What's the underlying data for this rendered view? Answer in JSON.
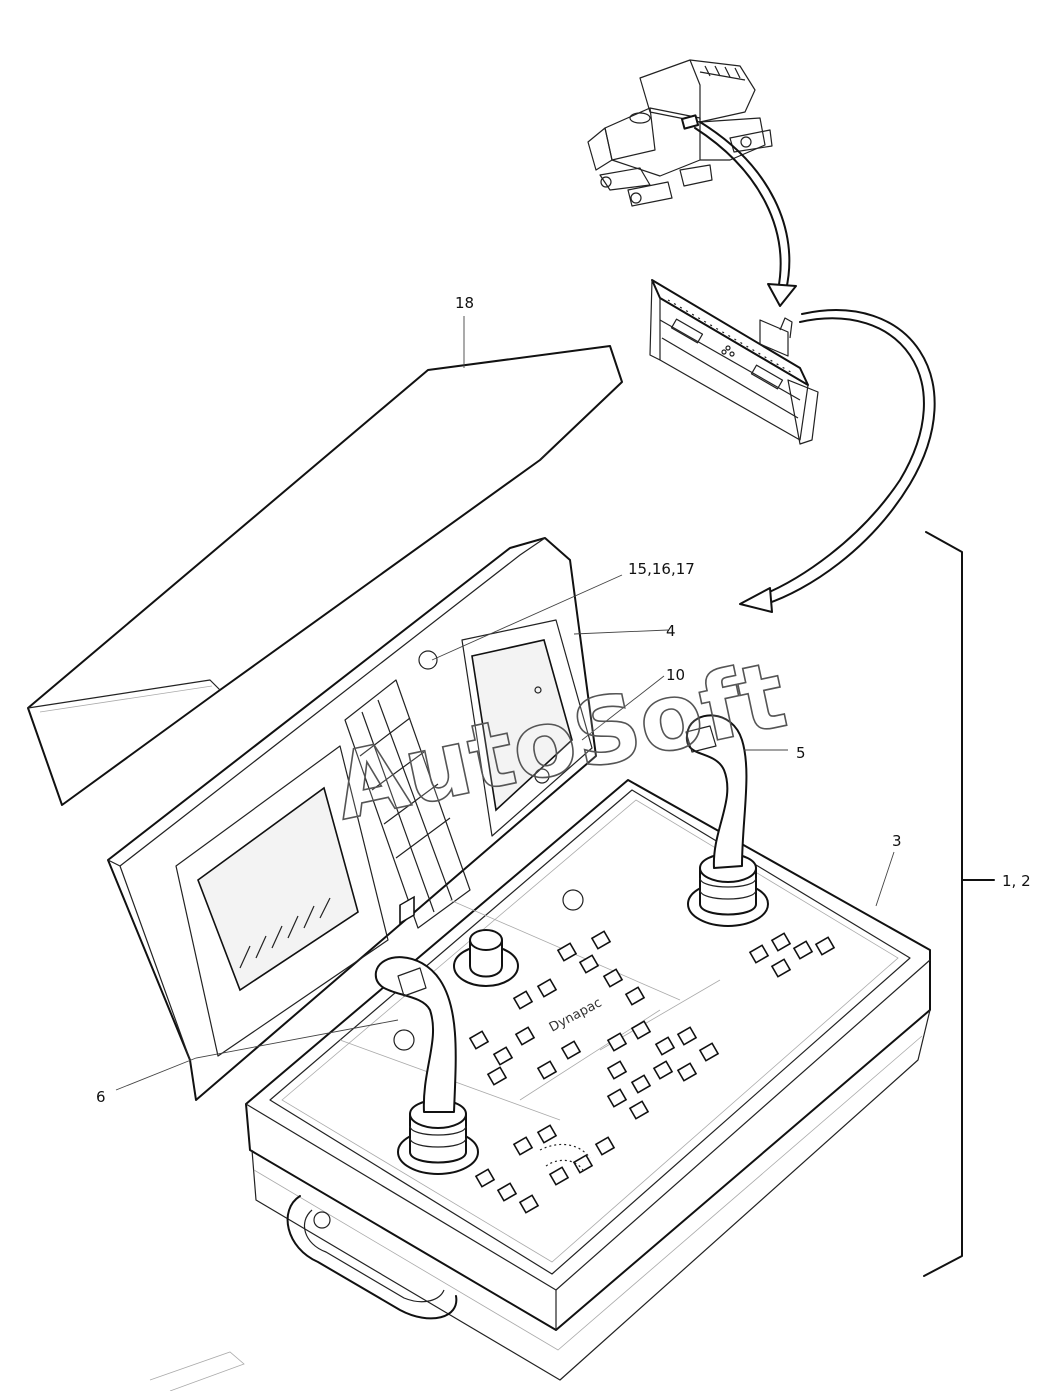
{
  "callouts": {
    "lid": "18",
    "pcb": "15,16,17",
    "c4": "4",
    "c10": "10",
    "joystick_right": "5",
    "housing": "3",
    "assembly": "1, 2",
    "joystick_left": "6"
  },
  "brand_label": "Dynapac",
  "watermark": "AutoSoft"
}
